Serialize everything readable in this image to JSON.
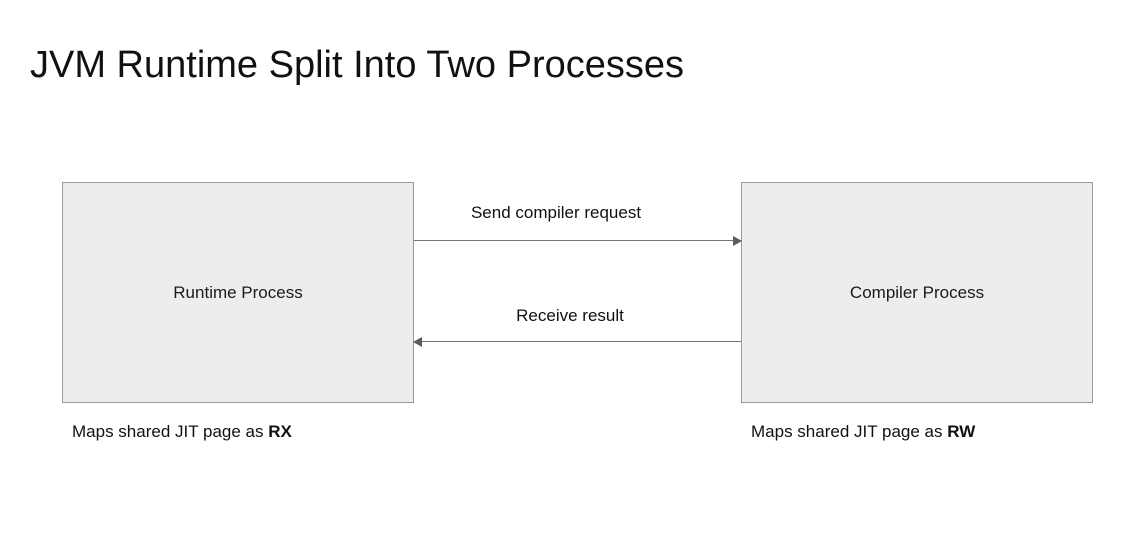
{
  "slide": {
    "title": "JVM Runtime Split Into Two Processes",
    "background_color": "#ffffff"
  },
  "diagram": {
    "box_fill_color": "#ededed",
    "box_border_color": "#999999",
    "arrow_color": "#737373",
    "nodes": [
      {
        "id": "runtime-process",
        "label": "Runtime Process",
        "caption_prefix": "Maps shared JIT page as ",
        "caption_emphasis": "RX"
      },
      {
        "id": "compiler-process",
        "label": "Compiler Process",
        "caption_prefix": "Maps shared JIT page as ",
        "caption_emphasis": "RW"
      }
    ],
    "edges": [
      {
        "id": "send-compiler-request",
        "label": "Send compiler request",
        "direction": "right",
        "from": "runtime-process",
        "to": "compiler-process"
      },
      {
        "id": "receive-result",
        "label": "Receive result",
        "direction": "left",
        "from": "compiler-process",
        "to": "runtime-process"
      }
    ]
  }
}
